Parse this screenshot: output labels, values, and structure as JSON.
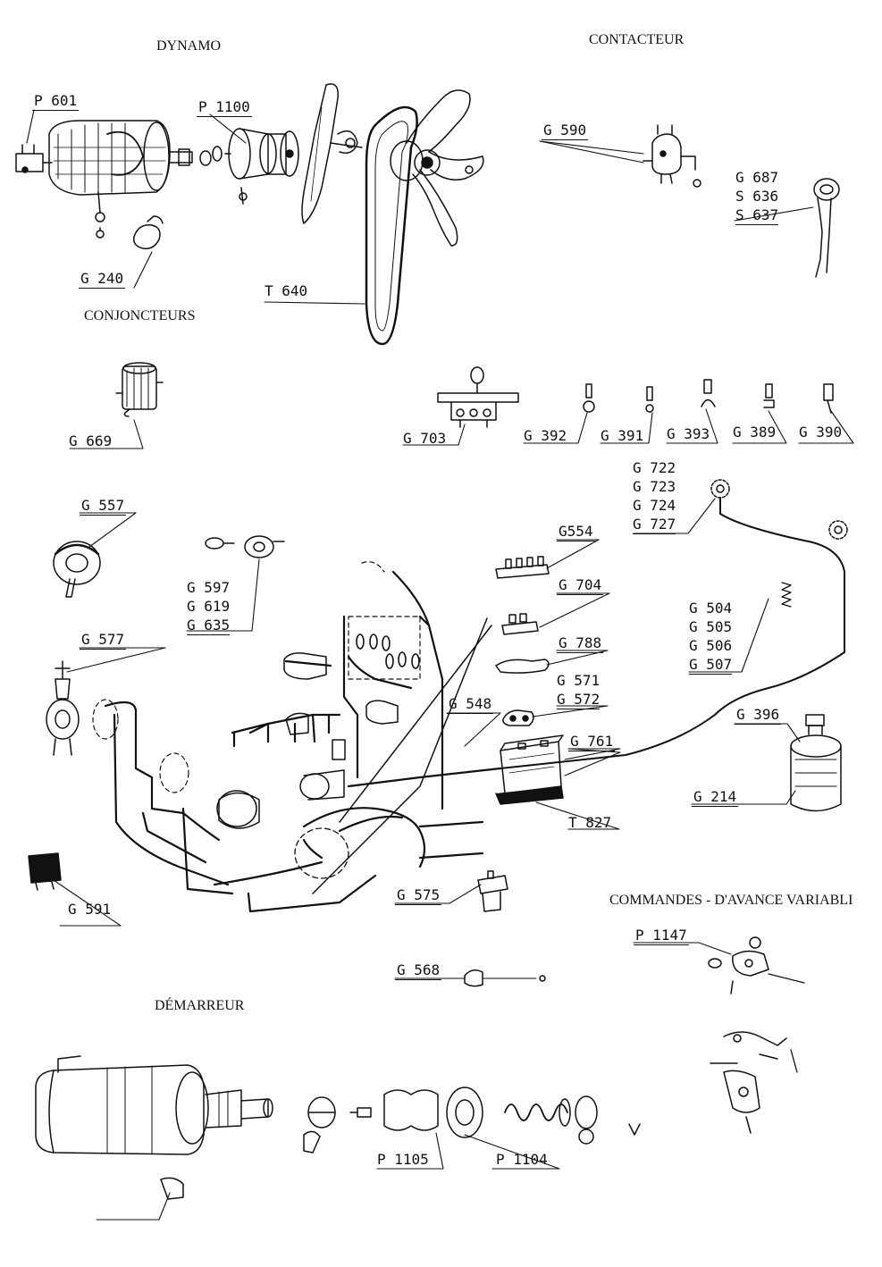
{
  "titles": {
    "dynamo": "DYNAMO",
    "contacteur": "CONTACTEUR",
    "conjoncteurs": "CONJONCTEURS",
    "commandes": "COMMANDES - D'AVANCE VARIABLI",
    "demarreur": "DÉMARREUR"
  },
  "labels": {
    "p601": "P 601",
    "p1100": "P 1100",
    "g240": "G 240",
    "t640": "T 640",
    "g590": "G 590",
    "g687": "G 687",
    "s636": "S 636",
    "s637": "S 637",
    "g669": "G 669",
    "g703": "G 703",
    "g392": "G 392",
    "g391": "G 391",
    "g393": "G 393",
    "g389": "G 389",
    "g390": "G 390",
    "g722": "G 722",
    "g723": "G 723",
    "g724": "G 724",
    "g727": "G 727",
    "g557": "G 557",
    "g554": "G554",
    "g704": "G 704",
    "g597": "G 597",
    "g619": "G 619",
    "g635": "G 635",
    "g504": "G 504",
    "g505": "G 505",
    "g506": "G 506",
    "g507": "G 507",
    "g577": "G 577",
    "g788": "G 788",
    "g571": "G 571",
    "g572": "G 572",
    "g548": "G 548",
    "g396": "G 396",
    "g761": "G 761",
    "g214": "G 214",
    "t827": "T 827",
    "g591": "G 591",
    "g575": "G 575",
    "p1147": "P 1147",
    "g568": "G 568",
    "p1105": "P 1105",
    "p1104": "P 1104"
  }
}
